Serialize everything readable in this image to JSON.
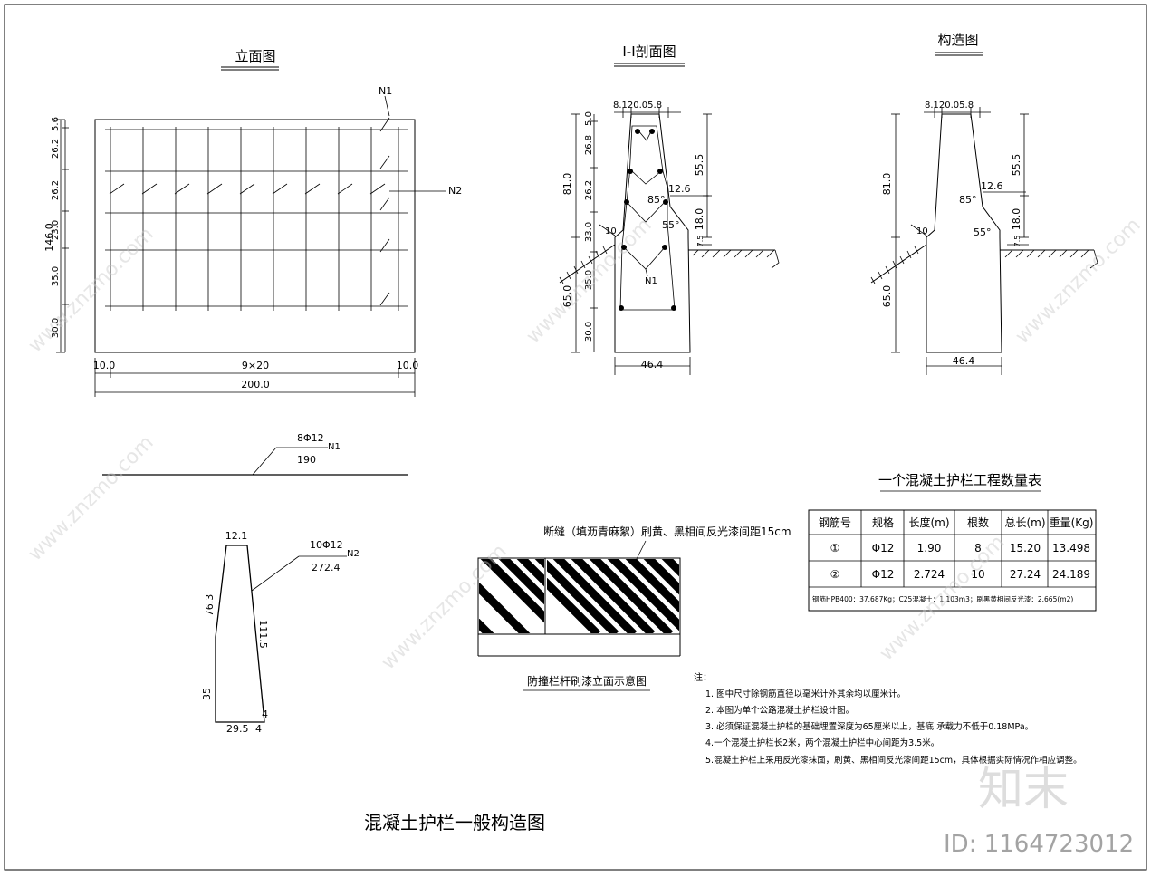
{
  "drawing_title": "混凝土护栏一般构造图",
  "elevation": {
    "title": "立面图",
    "n1": "N1",
    "n2": "N2",
    "dims_left": [
      "5.6",
      "26.2",
      "26.2",
      "23.0",
      "35.0",
      "30.0"
    ],
    "height_total": "146.0",
    "bottom_left": "10.0",
    "bottom_mid": "9×20",
    "bottom_right": "10.0",
    "width_total": "200.0"
  },
  "section": {
    "title": "I-I剖面图",
    "top_dims": "8.120.05.8",
    "dims_left": [
      "5.0",
      "26.8",
      "26.2",
      "33.0",
      "35.0",
      "30.0"
    ],
    "h81": "81.0",
    "h65": "65.0",
    "r55_5": "55.5",
    "r12_6": "12.6",
    "r18": "18.0",
    "r7_5": "7.5",
    "a85": "85°",
    "a55": "55°",
    "d10": "10",
    "n1": "N1",
    "base": "46.4"
  },
  "structure": {
    "title": "构造图",
    "top_dims": "8.120.05.8",
    "h81": "81.0",
    "h65": "65.0",
    "r55_5": "55.5",
    "r12_6": "12.6",
    "r18": "18.0",
    "r7_5": "7.5",
    "a85": "85°",
    "a55": "55°",
    "d10": "10",
    "base": "46.4"
  },
  "rebar_n1": {
    "spec": "8Φ12",
    "id": "N1",
    "length": "190"
  },
  "rebar_n2": {
    "spec": "10Φ12",
    "id": "N2",
    "length": "272.4",
    "top": "12.1",
    "left": "76.3",
    "right": "111.5",
    "lower": "35",
    "base": "29.5",
    "base2": "4",
    "foot": "4"
  },
  "paint": {
    "label": "断缝（填沥青麻絮）刷黄、黑相间反光漆间距15cm",
    "caption": "防撞栏杆刷漆立面示意图"
  },
  "qty_table": {
    "title": "一个混凝土护栏工程数量表",
    "headers": [
      "钢筋号",
      "规格",
      "长度(m)",
      "根数",
      "总长(m)",
      "重量(Kg)"
    ],
    "rows": [
      [
        "①",
        "Φ12",
        "1.90",
        "8",
        "15.20",
        "13.498"
      ],
      [
        "②",
        "Φ12",
        "2.724",
        "10",
        "27.24",
        "24.189"
      ]
    ],
    "footer": "钢筋HPB400：37.687Kg；C25混凝土：1.103m3；刷黑黄相间反光漆：2.665(m2)"
  },
  "notes": {
    "head": "注：",
    "items": [
      "1.  图中尺寸除钢筋直径以毫米计外其余均以厘米计。",
      "2.  本图为单个公路混凝土护栏设计图。",
      "3.  必须保证混凝土护栏的基础埋置深度为65厘米以上，基底    承载力不低于0.18MPa。",
      "4.一个混凝土护栏长2米，两个混凝土护栏中心间距为3.5米。",
      "5.混凝土护栏上采用反光漆抹面，刷黄、黑相间反光漆间距15cm，具体根据实际情况作相应调整。"
    ]
  },
  "watermark": {
    "brand": "知末",
    "site": "www.znzmo.com",
    "id": "ID: 1164723012"
  }
}
